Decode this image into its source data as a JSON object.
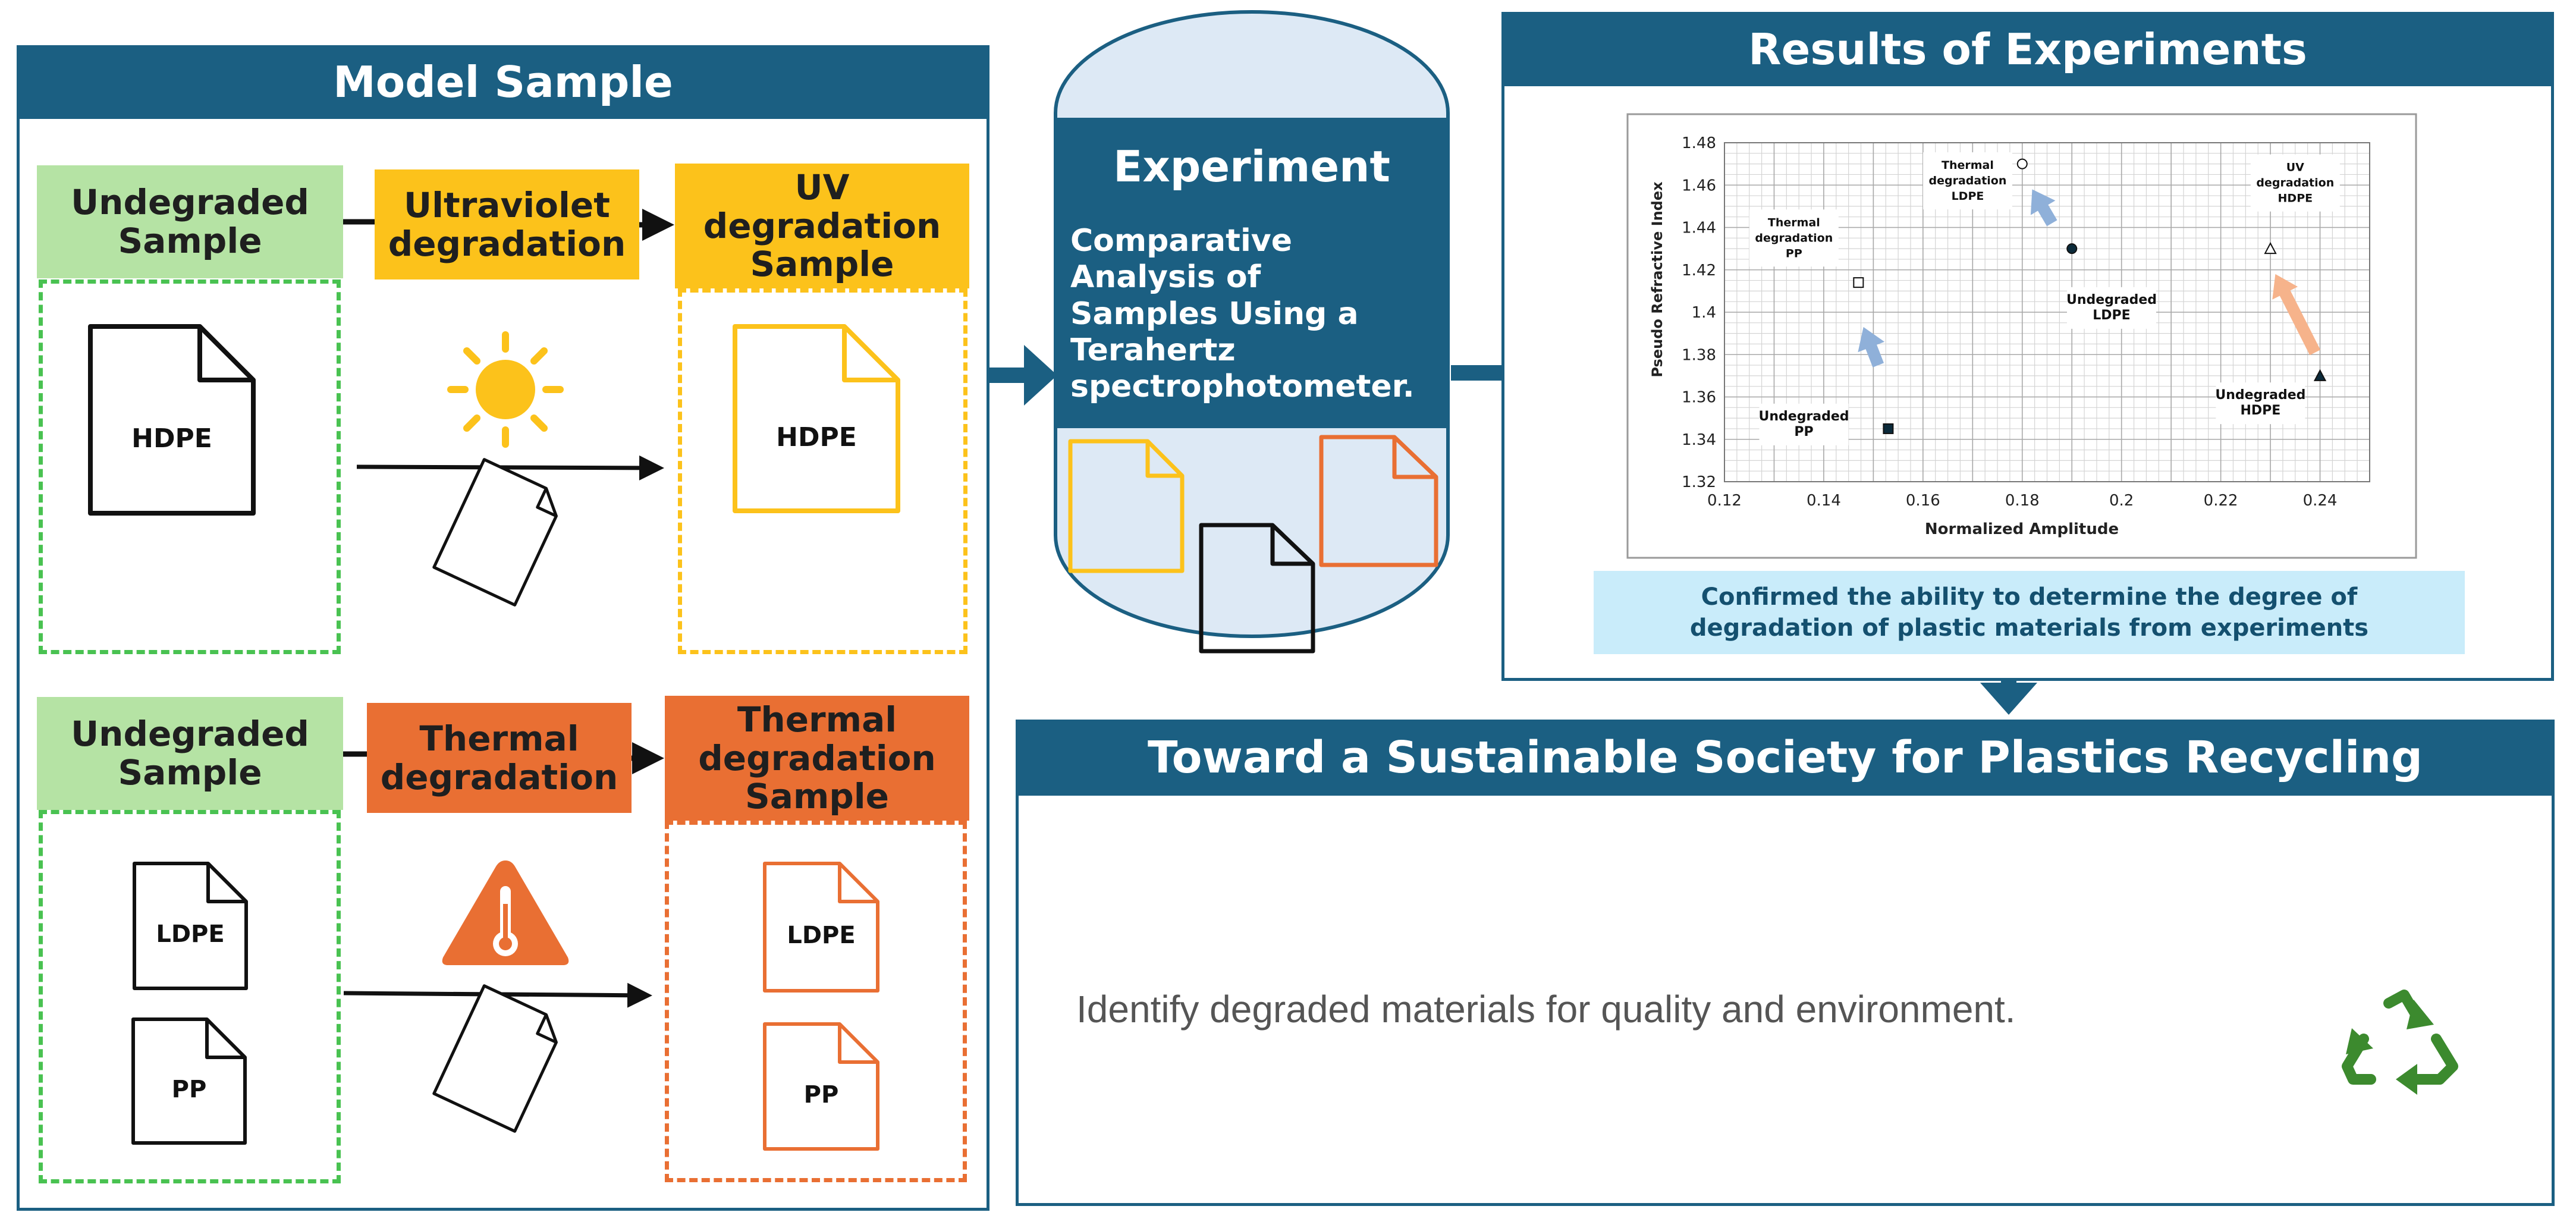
{
  "model_sample": {
    "title": "Model Sample",
    "row1": {
      "start": "Undegraded\nSample",
      "process": "Ultraviolet\ndegradation",
      "result": "UV\ndegradation\nSample",
      "start_doc": "HDPE",
      "result_doc": "HDPE",
      "process_icon": "sun-icon"
    },
    "row2": {
      "start": "Undegraded\nSample",
      "process": "Thermal\ndegradation",
      "result": "Thermal\ndegradation\nSample",
      "start_docs": [
        "LDPE",
        "PP"
      ],
      "result_docs": [
        "LDPE",
        "PP"
      ],
      "process_icon": "heat-warning-icon"
    }
  },
  "experiment": {
    "title": "Experiment",
    "description": "Comparative\nAnalysis of\nSamples Using a\nTerahertz\nspectrophotometer."
  },
  "results": {
    "title": "Results of Experiments",
    "conclusion": "Confirmed the ability to determine the degree of\ndegradation of plastic materials from experiments"
  },
  "chart_data": {
    "type": "scatter",
    "xlabel": "Normalized Amplitude",
    "ylabel": "Pseudo Refractive Index",
    "xlim": [
      0.12,
      0.25
    ],
    "ylim": [
      1.32,
      1.48
    ],
    "x_ticks": [
      "0.12",
      "0.14",
      "0.16",
      "0.18",
      "0.2",
      "0.22",
      "0.24"
    ],
    "y_ticks": [
      "1.32",
      "1.34",
      "1.36",
      "1.38",
      "1.4",
      "1.42",
      "1.44",
      "1.46",
      "1.48"
    ],
    "grid": true,
    "points": [
      {
        "x": 0.153,
        "y": 1.345,
        "marker": "filled-square"
      },
      {
        "x": 0.147,
        "y": 1.414,
        "marker": "open-square"
      },
      {
        "x": 0.19,
        "y": 1.43,
        "marker": "filled-circle"
      },
      {
        "x": 0.18,
        "y": 1.47,
        "marker": "open-circle"
      },
      {
        "x": 0.24,
        "y": 1.37,
        "marker": "filled-triangle"
      },
      {
        "x": 0.23,
        "y": 1.43,
        "marker": "open-triangle"
      }
    ],
    "annotations": [
      {
        "text": "Undegraded\nPP",
        "x": 0.136,
        "y": 1.347
      },
      {
        "text": "Thermal\ndegradation\nPP",
        "x": 0.134,
        "y": 1.435
      },
      {
        "text": "Undegraded\nLDPE",
        "x": 0.198,
        "y": 1.402
      },
      {
        "text": "Thermal\ndegradation\nLDPE",
        "x": 0.169,
        "y": 1.462
      },
      {
        "text": "Undegraded\nHDPE",
        "x": 0.228,
        "y": 1.357
      },
      {
        "text": "UV\ndegradation\nHDPE",
        "x": 0.235,
        "y": 1.461
      }
    ],
    "arrows": [
      {
        "from": [
          0.151,
          1.375
        ],
        "to": [
          0.148,
          1.393
        ],
        "color": "#8fb0d9"
      },
      {
        "from": [
          0.186,
          1.442
        ],
        "to": [
          0.182,
          1.458
        ],
        "color": "#8fb0d9"
      },
      {
        "from": [
          0.239,
          1.381
        ],
        "to": [
          0.231,
          1.418
        ],
        "color": "#f6b38b"
      }
    ]
  },
  "sustainable": {
    "title": "Toward a Sustainable Society for Plastics Recycling",
    "text": "Identify degraded materials for quality and environment.",
    "icon": "recycle-icon"
  },
  "colors": {
    "navy": "#1b5f82",
    "green_label": "#b5e3a4",
    "green_dash": "#49c251",
    "yellow": "#fcc21b",
    "orange": "#e96f33",
    "light_blue": "#dde9f5",
    "conclusion_bg": "#c9ecfa",
    "recycle_green": "#3c8a2e"
  }
}
